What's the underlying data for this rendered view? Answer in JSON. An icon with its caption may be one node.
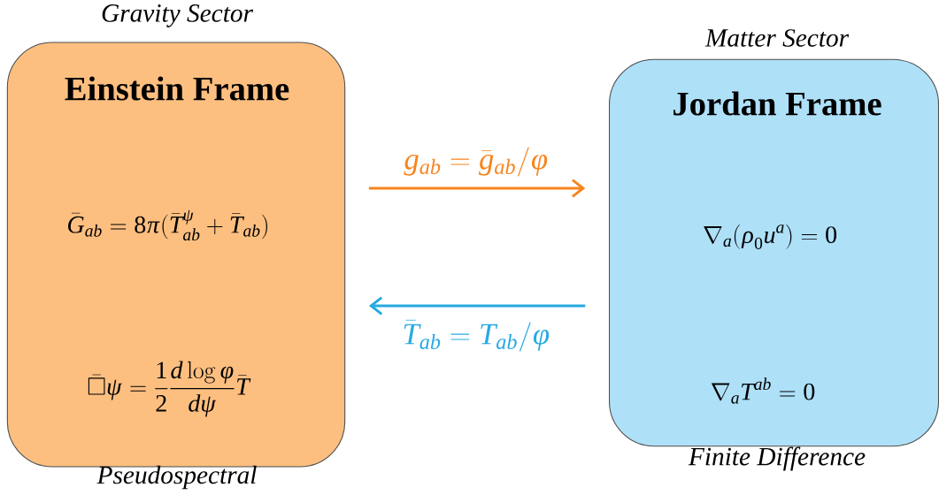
{
  "diagram": {
    "nodes": [
      {
        "text": [
          "Gravity Sector",
          "Einstein Frame",
          "\\bar{G}_{ab} = 8\\pi(\\bar{T}^{\\psi}_{ab} + \\bar{T}_{ab})",
          "\\bar{\\Box}\\psi = \\frac{1}{2}\\frac{d\\log\\phi}{d\\psi}\\bar{T}"
        ],
        "beside": [
          "Pseudospectral"
        ]
      },
      {
        "text": [
          "Matter Sector",
          "Jordan Frame",
          "\\nabla_a(\\rho_0 u^a) = 0",
          "\\nabla_a T^{ab} = 0"
        ],
        "beside": [
          "Finite Difference"
        ]
      }
    ],
    "edges": [
      {
        "from": 0,
        "to": 1,
        "arrow": "to",
        "label": "g_{ab} = \\bar{g}_{ab}/\\phi",
        "color": "#f7841f"
      },
      {
        "from": 1,
        "to": 0,
        "arrow": "to",
        "label": "\\bar{T}_{ab} = T_{ab}/\\phi",
        "color": "#27aae1"
      }
    ]
  }
}
